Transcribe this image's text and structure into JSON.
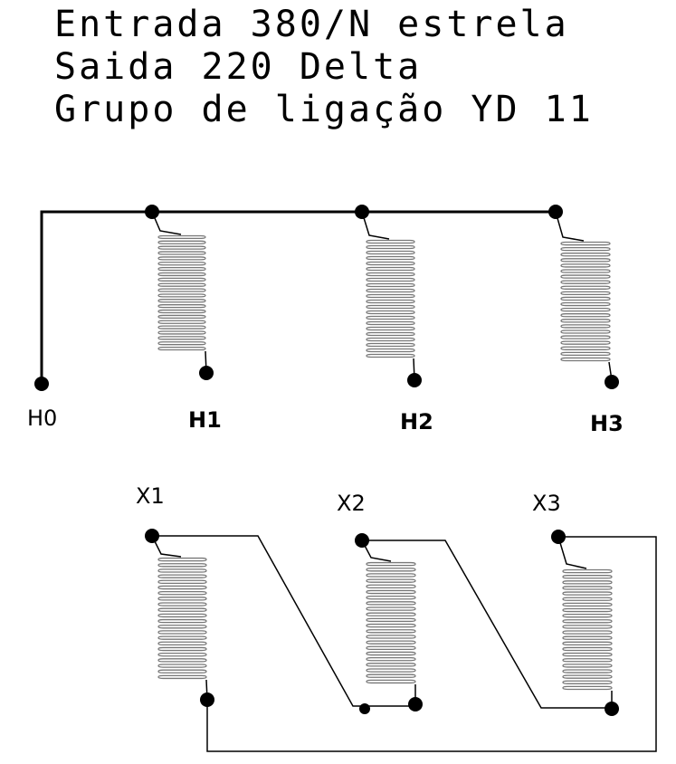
{
  "title_lines": [
    "Entrada 380/N estrela",
    "Saida 220 Delta",
    "Grupo de ligação YD 11"
  ],
  "labels": {
    "h0": "H0",
    "h1": "H1",
    "h2": "H2",
    "h3": "H3",
    "x1": "X1",
    "x2": "X2",
    "x3": "X3"
  },
  "colors": {
    "line": "#000000",
    "coil": "#777777"
  }
}
